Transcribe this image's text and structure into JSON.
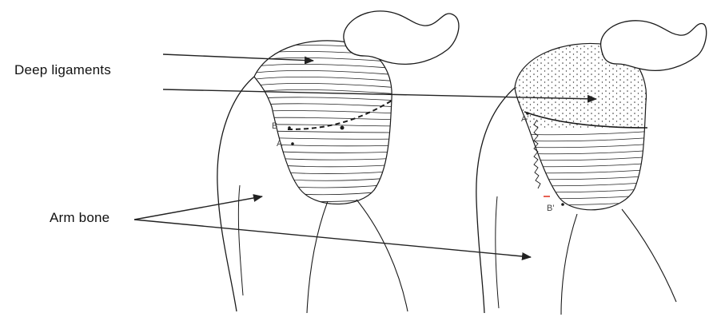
{
  "labels": {
    "deep_ligaments": "Deep ligaments",
    "arm_bone": "Arm bone"
  },
  "points": {
    "left_b": "B",
    "left_a": "A",
    "right_a": "A'",
    "right_b": "B'"
  },
  "colors": {
    "ink": "#1a1a1a",
    "accent_mark": "#e03a2a",
    "background": "#ffffff"
  }
}
